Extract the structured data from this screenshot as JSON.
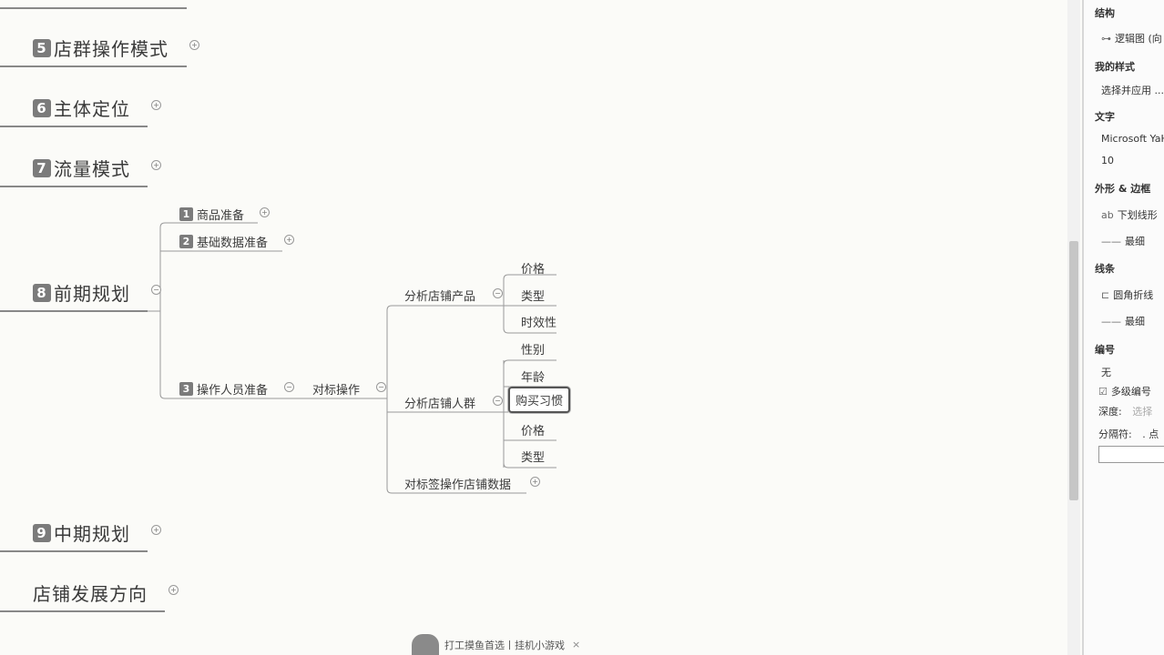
{
  "mindmap": {
    "main_topics": [
      {
        "num": "5",
        "label": "店群操作模式"
      },
      {
        "num": "6",
        "label": "主体定位"
      },
      {
        "num": "7",
        "label": "流量模式"
      },
      {
        "num": "8",
        "label": "前期规划"
      },
      {
        "num": "9",
        "label": "中期规划"
      },
      {
        "num": "",
        "label": "店铺发展方向"
      }
    ],
    "plan_children": [
      {
        "num": "1",
        "label": "商品准备"
      },
      {
        "num": "2",
        "label": "基础数据准备"
      },
      {
        "num": "3",
        "label": "操作人员准备"
      }
    ],
    "benchmark": {
      "label": "对标操作"
    },
    "groups": [
      {
        "label": "分析店铺产品"
      },
      {
        "label": "分析店铺人群"
      },
      {
        "label": "对标签操作店铺数据"
      }
    ],
    "product_leaves": [
      "价格",
      "类型",
      "时效性"
    ],
    "crowd_leaves": [
      "性别",
      "年龄",
      "购买习惯",
      "价格",
      "类型"
    ],
    "toggle_expand": "+",
    "toggle_collapse": "−"
  },
  "panel": {
    "structure_title": "结构",
    "structure_value": "逻辑图 (向",
    "mystyle_title": "我的样式",
    "mystyle_value": "选择并应用 ...",
    "text_title": "文字",
    "font_value": "Microsoft YaH",
    "font_size": "10",
    "shape_title": "外形 & 边框",
    "shape_value": "下划线形",
    "shape_border": "最细",
    "line_title": "线条",
    "line_value": "圆角折线",
    "line_width": "最细",
    "numbering_title": "编号",
    "numbering_value": "无",
    "multi_level": "多级编号",
    "depth_label": "深度:",
    "depth_value": "选择",
    "separator_label": "分隔符:",
    "separator_value": ". 点"
  },
  "promo": {
    "text": "打工摸鱼首选丨挂机小游戏"
  }
}
